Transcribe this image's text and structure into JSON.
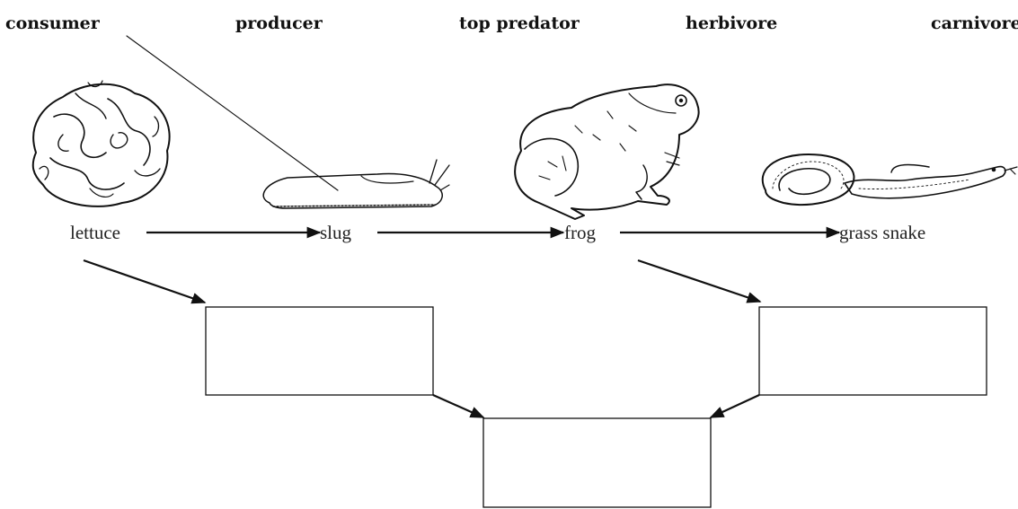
{
  "word_bank": [
    {
      "id": "consumer",
      "text": "consumer"
    },
    {
      "id": "producer",
      "text": "producer"
    },
    {
      "id": "top-predator",
      "text": "top predator"
    },
    {
      "id": "herbivore",
      "text": "herbivore"
    },
    {
      "id": "carnivore",
      "text": "carnivore"
    }
  ],
  "organisms": [
    {
      "id": "lettuce",
      "name": "lettuce",
      "icon": "lettuce-icon"
    },
    {
      "id": "slug",
      "name": "slug",
      "icon": "slug-icon"
    },
    {
      "id": "frog",
      "name": "frog",
      "icon": "frog-icon"
    },
    {
      "id": "grass-snake",
      "name": "grass snake",
      "icon": "grass-snake-icon"
    }
  ],
  "answer_boxes": [
    {
      "id": "box-lettuce",
      "value": ""
    },
    {
      "id": "box-frog",
      "value": ""
    },
    {
      "id": "box-shared",
      "value": ""
    }
  ]
}
